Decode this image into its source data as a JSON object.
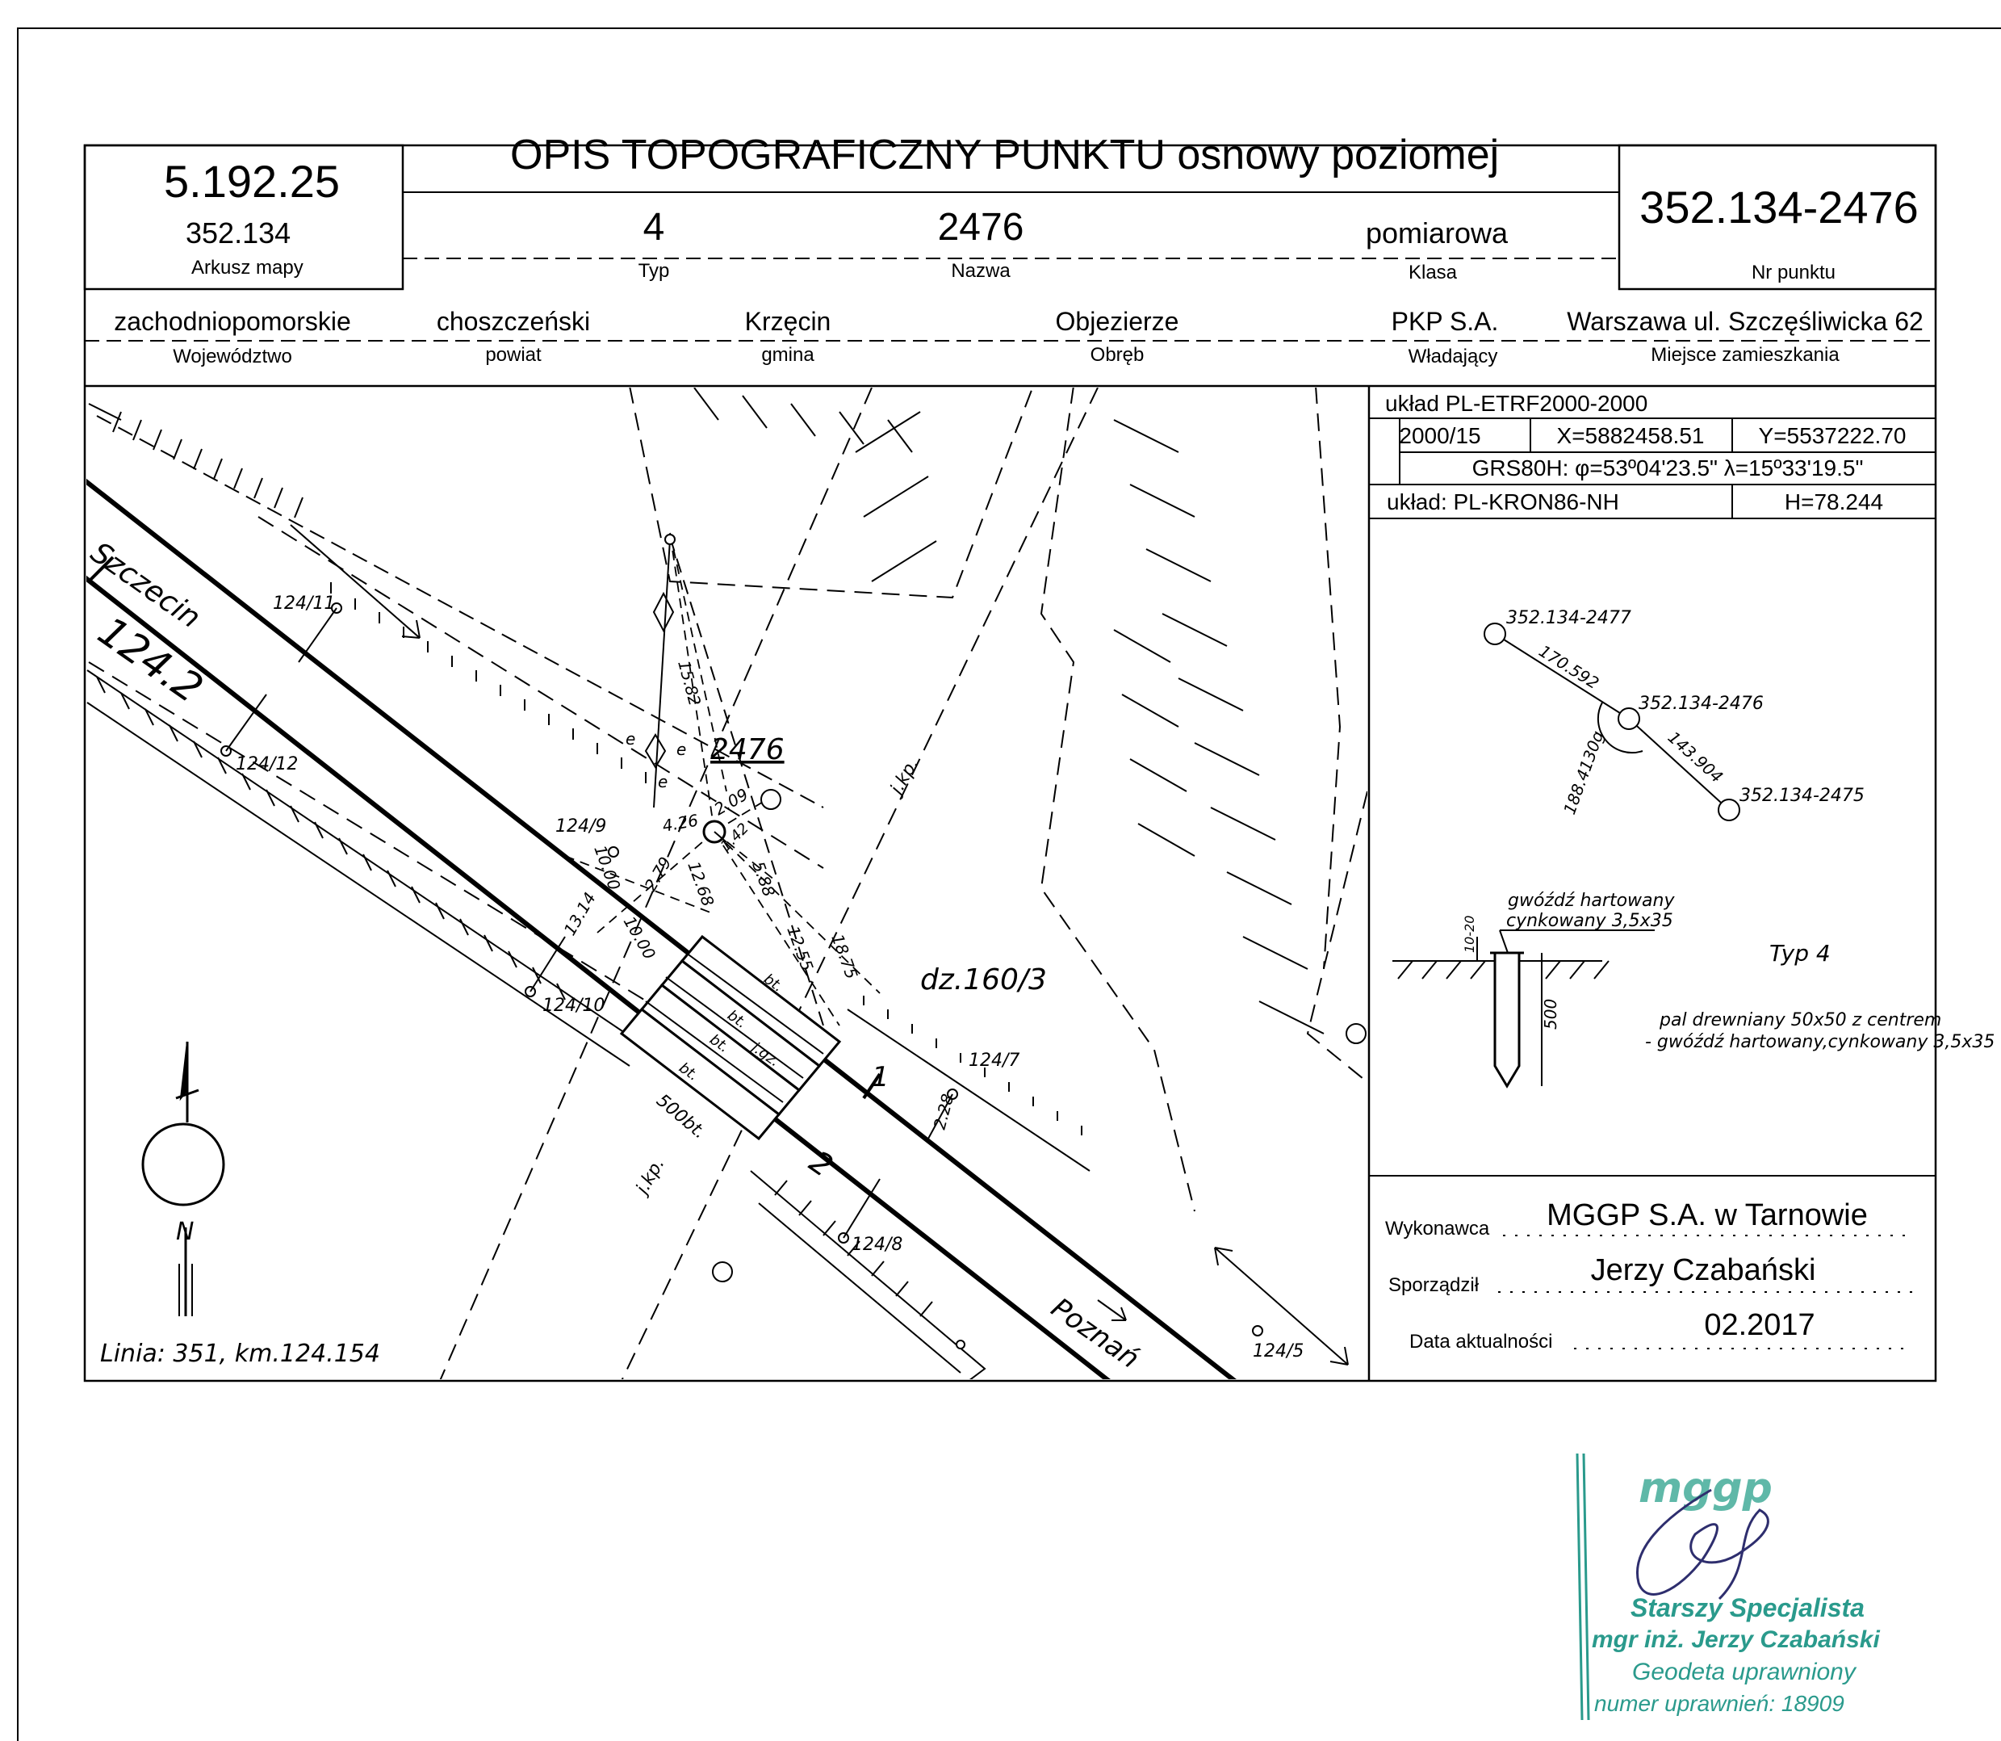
{
  "header": {
    "title": "OPIS TOPOGRAFICZNY PUNKTU osnowy poziomej",
    "map_sheet_main": "5.192.25",
    "map_sheet_sub": "352.134",
    "map_sheet_label": "Arkusz mapy",
    "type_value": "4",
    "type_label": "Typ",
    "name_value": "2476",
    "name_label": "Nazwa",
    "class_value": "pomiarowa",
    "class_label": "Klasa",
    "point_number": "352.134-2476",
    "point_number_label": "Nr punktu"
  },
  "location": {
    "voivodeship": "zachodniopomorskie",
    "voivodeship_label": "Województwo",
    "county": "choszczeński",
    "county_label": "powiat",
    "commune": "Krzęcin",
    "commune_label": "gmina",
    "precinct": "Objezierze",
    "precinct_label": "Obręb",
    "owner": "PKP S.A.",
    "owner_label": "Władający",
    "residence": "Warszawa ul. Szczęśliwicka 62",
    "residence_label": "Miejsce zamieszkania"
  },
  "coordinates": {
    "system": "układ PL-ETRF2000-2000",
    "zone": "2000/15",
    "x": "X=5882458.51",
    "y": "Y=5537222.70",
    "grs": "GRS80H: φ=53º04'23.5\" λ=15º33'19.5\"",
    "height_system": "układ: PL-KRON86-NH",
    "height": "H=78.244"
  },
  "orientation_sketch": {
    "point_a": "352.134-2477",
    "point_b": "352.134-2476",
    "point_c": "352.134-2475",
    "dist_ab": "170.592",
    "dist_bc": "143.904",
    "angle": "188.4130g"
  },
  "marker_sketch": {
    "nail_line1": "gwóźdź hartowany",
    "nail_line2": "cynkowany 3,5x35",
    "depth_top": "10-20",
    "depth": "500",
    "type_caption": "Typ 4",
    "desc_line1": "pal drewniany 50x50 z centrem",
    "desc_line2": "- gwóźdź hartowany,cynkowany 3,5x35"
  },
  "map": {
    "city_left": "Szczecin",
    "city_right": "Poznań",
    "km_label": "124.2",
    "point_label": "2476",
    "parcel": "dz.160/3",
    "line_info": "Linia: 351, km.124.154",
    "north": "N",
    "track1": "1",
    "track2": "2",
    "jkp1": "j.kp.",
    "jkp2": "j.kp.",
    "posts": [
      "124/11",
      "124/12",
      "124/9",
      "124/10",
      "124/7",
      "124/8",
      "124/5"
    ],
    "distances": [
      "15.82",
      "4.26",
      "2.09",
      "1.42",
      "5.88",
      "12.68",
      "10.00",
      "2.79",
      "13.14",
      "10.00",
      "12.55",
      "18.75",
      "2.28",
      "500bt."
    ],
    "plate_labels": [
      "bt.",
      "bt.",
      "bt.",
      "j.gz.",
      "bt."
    ],
    "e_labels": [
      "e",
      "e",
      "e"
    ]
  },
  "footer": {
    "contractor_label": "Wykonawca",
    "contractor": "MGGP S.A.  w Tarnowie",
    "prepared_label": "Sporządził",
    "prepared": "Jerzy Czabański",
    "date_label": "Data aktualności",
    "date": "02.2017"
  },
  "stamp": {
    "logo": "mggp",
    "line1": "Starszy Specjalista",
    "line2": "mgr inż. Jerzy Czabański",
    "line3": "Geodeta uprawniony",
    "line4": "numer uprawnień: 18909"
  }
}
